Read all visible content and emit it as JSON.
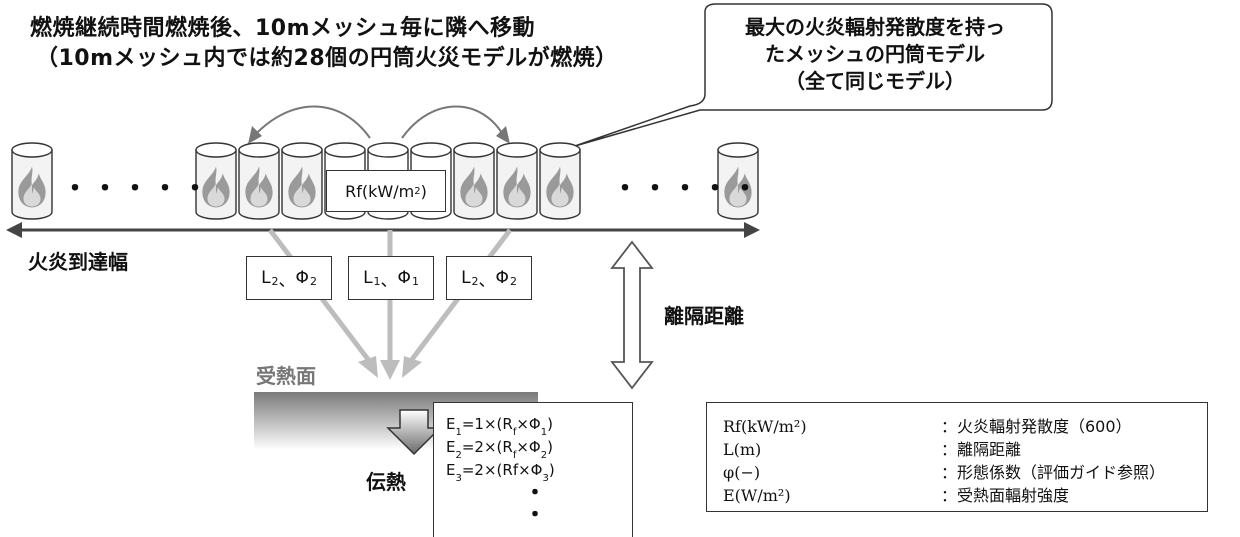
{
  "heading": {
    "line1": "燃焼継続時間燃焼後、10mメッシュ毎に隣へ移動",
    "line2": "（10mメッシュ内では約28個の円筒火災モデルが燃焼）"
  },
  "callout": {
    "line1": "最大の火炎輻射発散度を持っ",
    "line2": "たメッシュの円筒モデル",
    "line3": "（全て同じモデル）"
  },
  "rf_box": {
    "label": "Rf(kW/m",
    "sup": "2",
    "close": ")"
  },
  "ellipsis_left": "・・・・・",
  "ellipsis_right": "・・・・・",
  "flame_reach_label": "火炎到達幅",
  "separation_label": "離隔距離",
  "receiving_surface_label": "受熱面",
  "heat_transfer_label": "伝熱",
  "l_boxes": [
    {
      "L": "L",
      "L_sub": "2",
      "sep": "、",
      "phi": "Φ",
      "phi_sub": "2"
    },
    {
      "L": "L",
      "L_sub": "1",
      "sep": "、",
      "phi": "Φ",
      "phi_sub": "1"
    },
    {
      "L": "L",
      "L_sub": "2",
      "sep": "、",
      "phi": "Φ",
      "phi_sub": "2"
    }
  ],
  "equations": [
    {
      "lhs": "E",
      "lhs_sub": "1",
      "rhs": "=1×(R",
      "r_sub": "f",
      "mid": "×Φ",
      "phi_sub": "1",
      "end": ")"
    },
    {
      "lhs": "E",
      "lhs_sub": "2",
      "rhs": "=2×(R",
      "r_sub": "f",
      "mid": "×Φ",
      "phi_sub": "2",
      "end": ")"
    },
    {
      "lhs": "E",
      "lhs_sub": "3",
      "rhs": "=2×(Rf",
      "r_sub": "",
      "mid": "×Φ",
      "phi_sub": "3",
      "end": ")"
    }
  ],
  "vertical_dots": [
    "・",
    "・"
  ],
  "legend": [
    {
      "term": "Rf(kW/m²)",
      "desc": "：火炎輻射発散度（600）"
    },
    {
      "term": "L(m)",
      "desc": "：離隔距離"
    },
    {
      "term": "φ(−)",
      "desc": "：形態係数（評価ガイド参照）"
    },
    {
      "term": "E(W/m²)",
      "desc": "：受熱面輻射強度"
    }
  ],
  "colors": {
    "flame_outer": "#9a9a9a",
    "flame_inner": "#d9d9d9",
    "line_gray": "#b5b5b5",
    "arrow_dark": "#444444"
  }
}
